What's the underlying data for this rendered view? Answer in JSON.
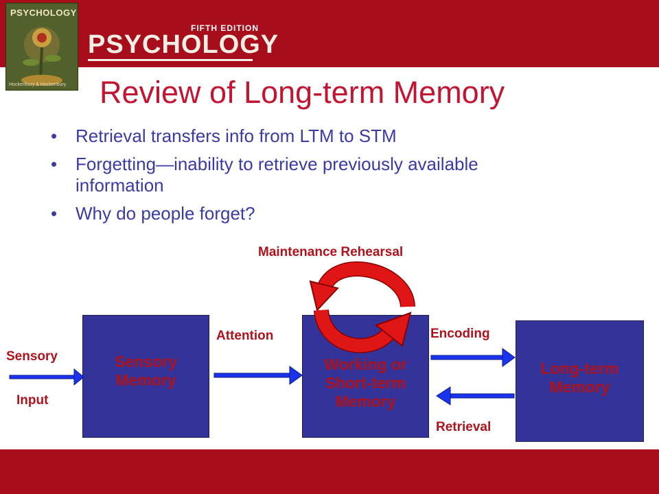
{
  "header": {
    "book_cover_title": "PSYCHOLOGY",
    "book_cover_authors": "Hockenbury & Hockenbury",
    "edition": "FIFTH EDITION",
    "brand": "PSYCHOLOGY"
  },
  "slide": {
    "title": "Review of Long-term Memory",
    "bullets": [
      "Retrieval transfers info from LTM to STM",
      "Forgetting—inability to retrieve previously available information",
      "Why do people forget?"
    ]
  },
  "diagram": {
    "boxes": {
      "sensory_memory": "Sensory\nMemory",
      "working_memory": "Working or\nShort-term\nMemory",
      "long_term_memory": "Long-term\nMemory"
    },
    "labels": {
      "sensory": "Sensory",
      "input": "Input",
      "attention": "Attention",
      "encoding": "Encoding",
      "retrieval": "Retrieval",
      "maintenance_rehearsal": "Maintenance Rehearsal"
    },
    "colors": {
      "accent_red": "#a80d1c",
      "title_red": "#c31432",
      "box_fill": "#333399",
      "arrow_blue": "#1a33ee",
      "loop_red": "#e01515"
    }
  }
}
